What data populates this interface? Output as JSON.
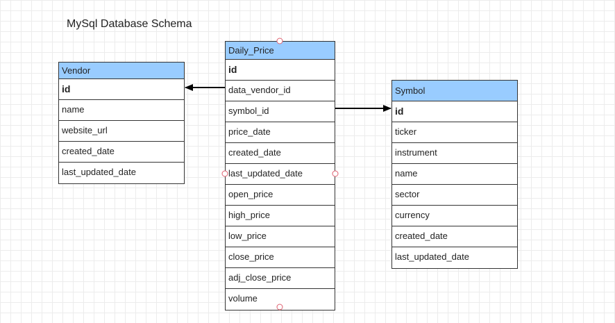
{
  "title": "MySql Database Schema",
  "header_color": "#99ccff",
  "handle_color": "#e06070",
  "entities": {
    "vendor": {
      "name": "Vendor",
      "fields": [
        "id",
        "name",
        "website_url",
        "created_date",
        "last_updated_date"
      ],
      "primary_key": "id"
    },
    "daily_price": {
      "name": "Daily_Price",
      "fields": [
        "id",
        "data_vendor_id",
        "symbol_id",
        "price_date",
        "created_date",
        "last_updated_date",
        "open_price",
        "high_price",
        "low_price",
        "close_price",
        "adj_close_price",
        "volume"
      ],
      "primary_key": "id"
    },
    "symbol": {
      "name": "Symbol",
      "fields": [
        "id",
        "ticker",
        "instrument",
        "name",
        "sector",
        "currency",
        "created_date",
        "last_updated_date"
      ],
      "primary_key": "id"
    }
  },
  "relationships": [
    {
      "from_entity": "daily_price",
      "from_field": "data_vendor_id",
      "to_entity": "vendor",
      "to_field": "id"
    },
    {
      "from_entity": "daily_price",
      "from_field": "symbol_id",
      "to_entity": "symbol",
      "to_field": "id"
    }
  ]
}
